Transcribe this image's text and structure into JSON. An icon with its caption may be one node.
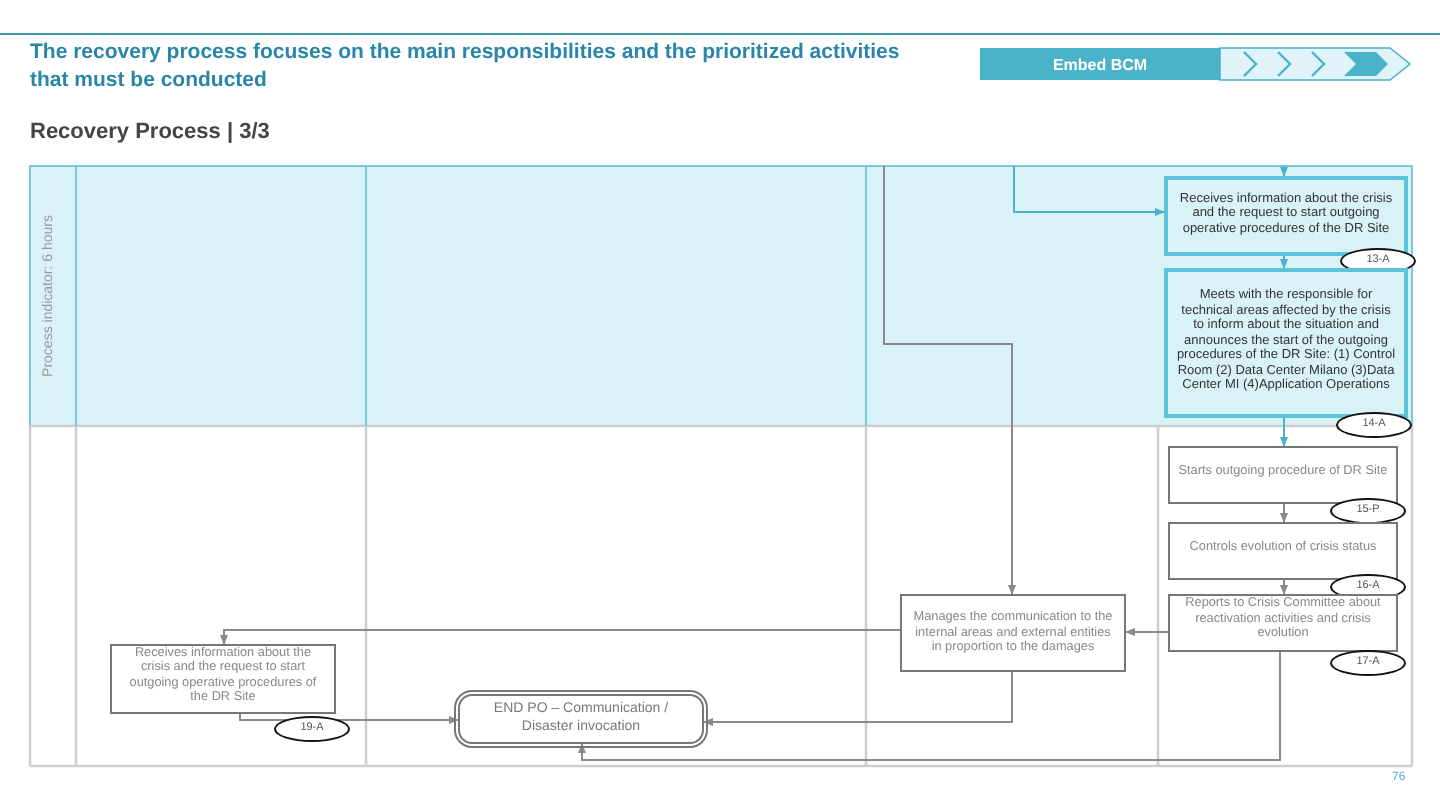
{
  "diagram": {
    "title": "The recovery process focuses on the main responsibilities and the prioritized activities that must be conducted",
    "nodes": [
      {
        "text": [
          "Receives information about the crisis and the request to start outgoing operative procedures of the DR Site"
        ],
        "beside": [
          "13-A"
        ]
      },
      {
        "text": [
          "Meets with the responsible for technical areas affected by the crisis to inform about the situation and announces the start of the outgoing procedures of the DR Site: (1) Control Room (2) Data Center Milano (3)Data Center MI (4)Application Operations"
        ],
        "beside": [
          "14-A"
        ]
      },
      {
        "text": [
          "Starts outgoing procedure of DR Site"
        ],
        "beside": [
          "15-P"
        ]
      },
      {
        "text": [
          "Controls evolution of crisis status"
        ],
        "beside": [
          "16-A"
        ]
      },
      {
        "text": [
          "Reports to Crisis Committee about reactivation activities and crisis evolution"
        ],
        "beside": [
          "17-A"
        ]
      },
      {
        "text": [
          "Manages the communication to the internal areas and external entities in proportion to the damages"
        ]
      },
      {
        "text": [
          "Receives information about the crisis and the request to start outgoing operative procedures of the DR Site"
        ],
        "beside": [
          "19-A"
        ]
      },
      {
        "text": [
          "END PO – Communication / Disaster invocation"
        ]
      }
    ],
    "edges": [
      {
        "from": null,
        "to": 0,
        "arrow": "to",
        "color": "#4ab3c9"
      },
      {
        "from": null,
        "to": 0,
        "arrow": "to",
        "color": "#4ab3c9"
      },
      {
        "from": 0,
        "to": 1,
        "arrow": "to",
        "color": "#4ab3c9"
      },
      {
        "from": 1,
        "to": 2,
        "arrow": "to",
        "color": "#4ab3c9"
      },
      {
        "from": 2,
        "to": 3,
        "arrow": "to"
      },
      {
        "from": 3,
        "to": 4,
        "arrow": "to"
      },
      {
        "from": 4,
        "to": 5,
        "arrow": "to"
      },
      {
        "from": null,
        "to": 5,
        "arrow": "to"
      },
      {
        "from": 5,
        "to": 6,
        "arrow": "to"
      },
      {
        "from": 6,
        "to": 7,
        "arrow": "to"
      },
      {
        "from": 5,
        "to": 7,
        "arrow": "to"
      },
      {
        "from": 4,
        "to": 7,
        "arrow": "to"
      }
    ],
    "labels": [
      "Embed BCM",
      "Recovery Process | 3/3",
      "Process indicator: 6 hours",
      "76"
    ]
  }
}
